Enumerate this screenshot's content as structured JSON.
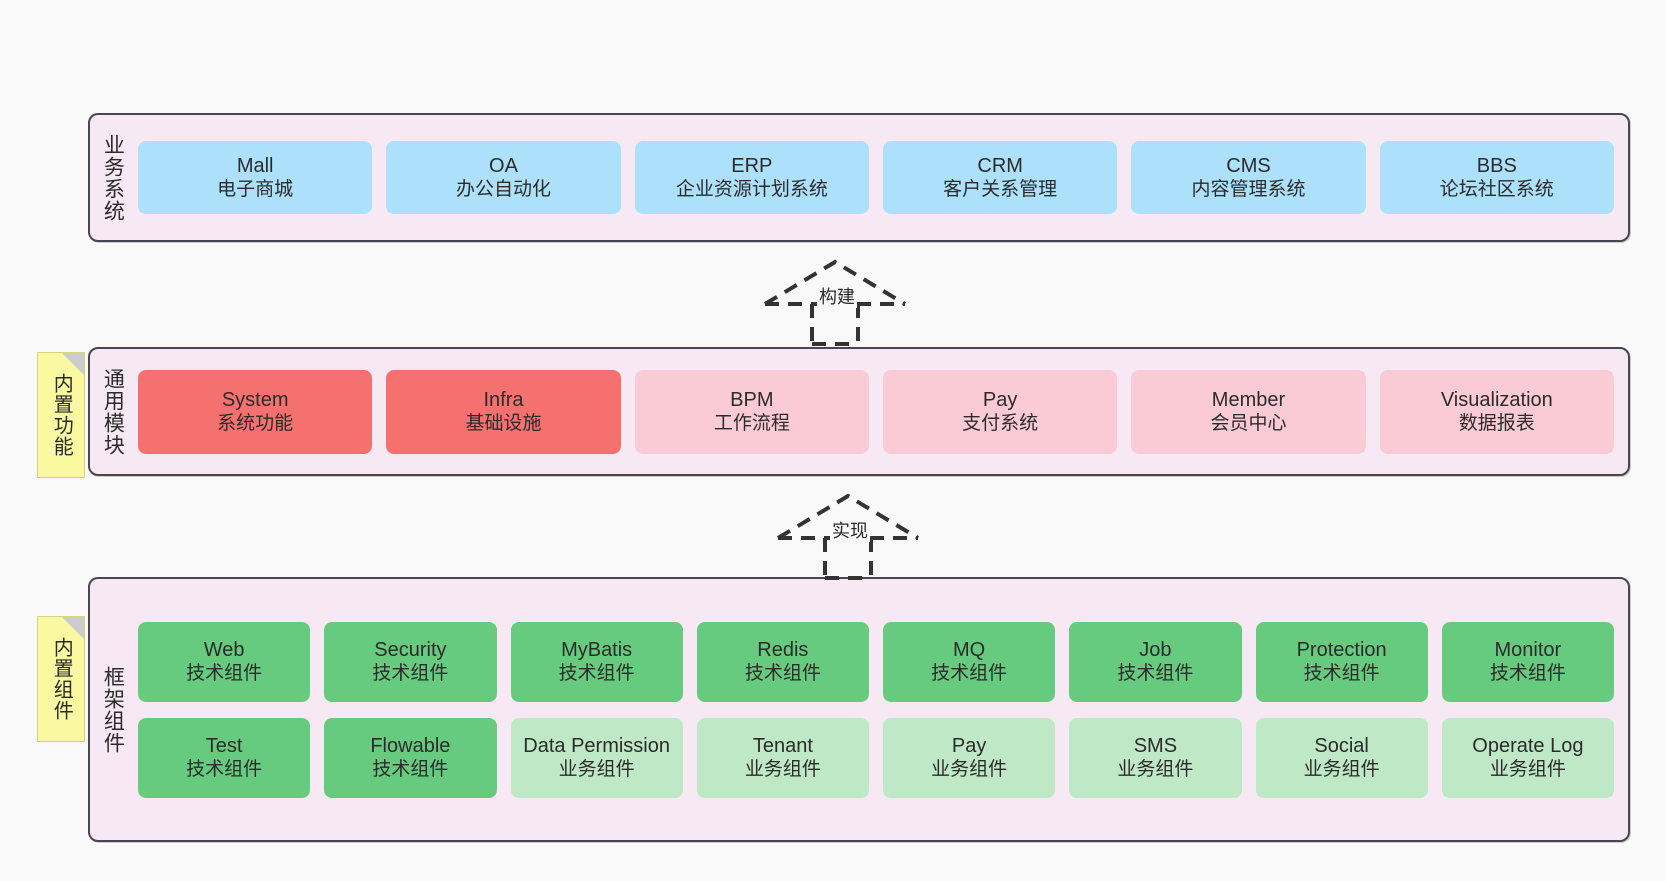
{
  "canvas": {
    "background": "#f9f9f9",
    "panel_bg": "#f7e9f3",
    "panel_border": "#4a4550",
    "note_bg": "#faf8a0"
  },
  "layers": {
    "business": {
      "title": "业务系统",
      "color": "#ade1fb",
      "cards": [
        {
          "en": "Mall",
          "cn": "电子商城",
          "color": "#ade1fb"
        },
        {
          "en": "OA",
          "cn": "办公自动化",
          "color": "#ade1fb"
        },
        {
          "en": "ERP",
          "cn": "企业资源计划系统",
          "color": "#ade1fb"
        },
        {
          "en": "CRM",
          "cn": "客户关系管理",
          "color": "#ade1fb"
        },
        {
          "en": "CMS",
          "cn": "内容管理系统",
          "color": "#ade1fb"
        },
        {
          "en": "BBS",
          "cn": "论坛社区系统",
          "color": "#ade1fb"
        }
      ]
    },
    "modules": {
      "title": "通用模块",
      "note": "内置功能",
      "cards": [
        {
          "en": "System",
          "cn": "系统功能",
          "color": "#f4716f"
        },
        {
          "en": "Infra",
          "cn": "基础设施",
          "color": "#f4716f"
        },
        {
          "en": "BPM",
          "cn": "工作流程",
          "color": "#fbcbd5"
        },
        {
          "en": "Pay",
          "cn": "支付系统",
          "color": "#fbcbd5"
        },
        {
          "en": "Member",
          "cn": "会员中心",
          "color": "#fbcbd5"
        },
        {
          "en": "Visualization",
          "cn": "数据报表",
          "color": "#fbcbd5"
        }
      ]
    },
    "framework": {
      "title": "框架组件",
      "note": "内置组件",
      "row1": [
        {
          "en": "Web",
          "cn": "技术组件",
          "color": "#66cb7f"
        },
        {
          "en": "Security",
          "cn": "技术组件",
          "color": "#66cb7f"
        },
        {
          "en": "MyBatis",
          "cn": "技术组件",
          "color": "#66cb7f"
        },
        {
          "en": "Redis",
          "cn": "技术组件",
          "color": "#66cb7f"
        },
        {
          "en": "MQ",
          "cn": "技术组件",
          "color": "#66cb7f"
        },
        {
          "en": "Job",
          "cn": "技术组件",
          "color": "#66cb7f"
        },
        {
          "en": "Protection",
          "cn": "技术组件",
          "color": "#66cb7f"
        },
        {
          "en": "Monitor",
          "cn": "技术组件",
          "color": "#66cb7f"
        }
      ],
      "row2": [
        {
          "en": "Test",
          "cn": "技术组件",
          "color": "#66cb7f"
        },
        {
          "en": "Flowable",
          "cn": "技术组件",
          "color": "#66cb7f"
        },
        {
          "en": "Data Permission",
          "cn": "业务组件",
          "color": "#bfe8c6"
        },
        {
          "en": "Tenant",
          "cn": "业务组件",
          "color": "#bfe8c6"
        },
        {
          "en": "Pay",
          "cn": "业务组件",
          "color": "#bfe8c6"
        },
        {
          "en": "SMS",
          "cn": "业务组件",
          "color": "#bfe8c6"
        },
        {
          "en": "Social",
          "cn": "业务组件",
          "color": "#bfe8c6"
        },
        {
          "en": "Operate Log",
          "cn": "业务组件",
          "color": "#bfe8c6"
        }
      ]
    }
  },
  "connectors": [
    {
      "id": "build",
      "label": "构建",
      "from": "通用模块",
      "to": "业务系统",
      "style": "dashed-generalization"
    },
    {
      "id": "realize",
      "label": "实现",
      "from": "框架组件",
      "to": "通用模块",
      "style": "dashed-generalization"
    }
  ]
}
